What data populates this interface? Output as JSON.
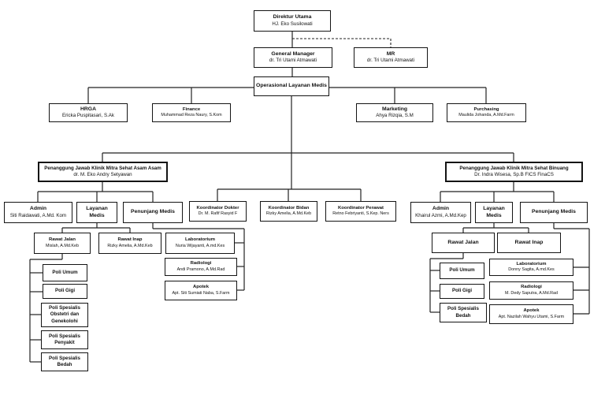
{
  "chart": {
    "direktur_utama": {
      "title": "Direktur Utama",
      "name": "HJ. Eko Susilowati"
    },
    "general_manager": {
      "title": "General Manager",
      "name": "dr. Tri Utami Atmawati"
    },
    "mr": {
      "title": "MR",
      "name": "dr. Tri Utami Atmawati"
    },
    "operasional": {
      "title": "Operasional Layanan Medis"
    },
    "hrga": {
      "title": "HRGA",
      "name": "Ericka Puspitasari, S.Ak"
    },
    "finance": {
      "title": "Finance",
      "name": "Muhammad Reza Naury, S.Kom"
    },
    "marketing": {
      "title": "Marketing",
      "name": "Ahya Rizqia, S.M"
    },
    "purchasing": {
      "title": "Purchasing",
      "name": "Maulida Johanda, A.Md.Farm"
    },
    "pj_asam_asam": {
      "title": "Penanggung Jawab Klinik Mitra Sehat Asam Asam",
      "name": "dr. M. Eko Andry Setyawan"
    },
    "pj_binuang": {
      "title": "Penanggung Jawab Klinik Mitra Sehat Binuang",
      "name": "Dr. Indra Wisesa, Sp.B FICS FinaCS"
    },
    "left": {
      "admin": {
        "title": "Admin",
        "name": "Siti Raidawati, A.Md. Kom"
      },
      "layanan_medis": {
        "title": "Layanan Medis"
      },
      "penunjang_medis": {
        "title": "Penunjang Medis"
      },
      "koordinator_dokter": {
        "title": "Koordinator Dokter",
        "name": "Dr. M. Rafif Rasyid F"
      },
      "koordinator_bidan": {
        "title": "Koordinator Bidan",
        "name": "Rizky Amelia, A.Md.Keb"
      },
      "koordinator_perawat": {
        "title": "Koordinator Perawat",
        "name": "Retno Febriyanti, S.Kep. Ners"
      },
      "rawat_jalan": {
        "title": "Rawat Jalan",
        "name": "Mislah, A.Md.Keb"
      },
      "rawat_inap": {
        "title": "Rawat Inap",
        "name": "Rizky Amelia, A.Md.Keb"
      },
      "laboratorium": {
        "title": "Laboratorium",
        "name": "Nuria Wijayanti, A.md.Kes"
      },
      "radiologi": {
        "title": "Radiologi",
        "name": "Andi Pramono, A.Md.Rad"
      },
      "apotek": {
        "title": "Apotek",
        "name": "Apt. Siti Sumiati Naba, S.Farm"
      },
      "poli_umum": {
        "title": "Poli Umum"
      },
      "poli_gigi": {
        "title": "Poli Gigi"
      },
      "poli_obstetri": {
        "title": "Poli Spesialis Obstetri dan Genekolohi"
      },
      "poli_penyakit": {
        "title": "Poli Spesialis Penyakit"
      },
      "poli_bedah": {
        "title": "Poli Spesialis Bedah"
      }
    },
    "right": {
      "admin": {
        "title": "Admin",
        "name": "Khairul Azmi, A.Md.Kep"
      },
      "layanan_medis": {
        "title": "Layanan Medis"
      },
      "penunjang_medis": {
        "title": "Penunjang Medis"
      },
      "rawat_jalan": {
        "title": "Rawat Jalan"
      },
      "rawat_inap": {
        "title": "Rawat Inap"
      },
      "laboratorium": {
        "title": "Laboratorium",
        "name": "Donny Sagita, A.md.Kes"
      },
      "radiologi": {
        "title": "Radiologi",
        "name": "M. Dedy Saputra, A.Md.Rad"
      },
      "apotek": {
        "title": "Apotek",
        "name": "Apt. Nazilah Wahyu Utami, S.Farm"
      },
      "poli_umum": {
        "title": "Poli Umum"
      },
      "poli_gigi": {
        "title": "Poli Gigi"
      },
      "poli_bedah": {
        "title": "Poli Spesialis Bedah"
      }
    }
  },
  "colors": {
    "background": "#ffffff",
    "box_border": "#141414",
    "box_background": "#ffffff",
    "connector_line": "#222222",
    "text": "#111111"
  }
}
